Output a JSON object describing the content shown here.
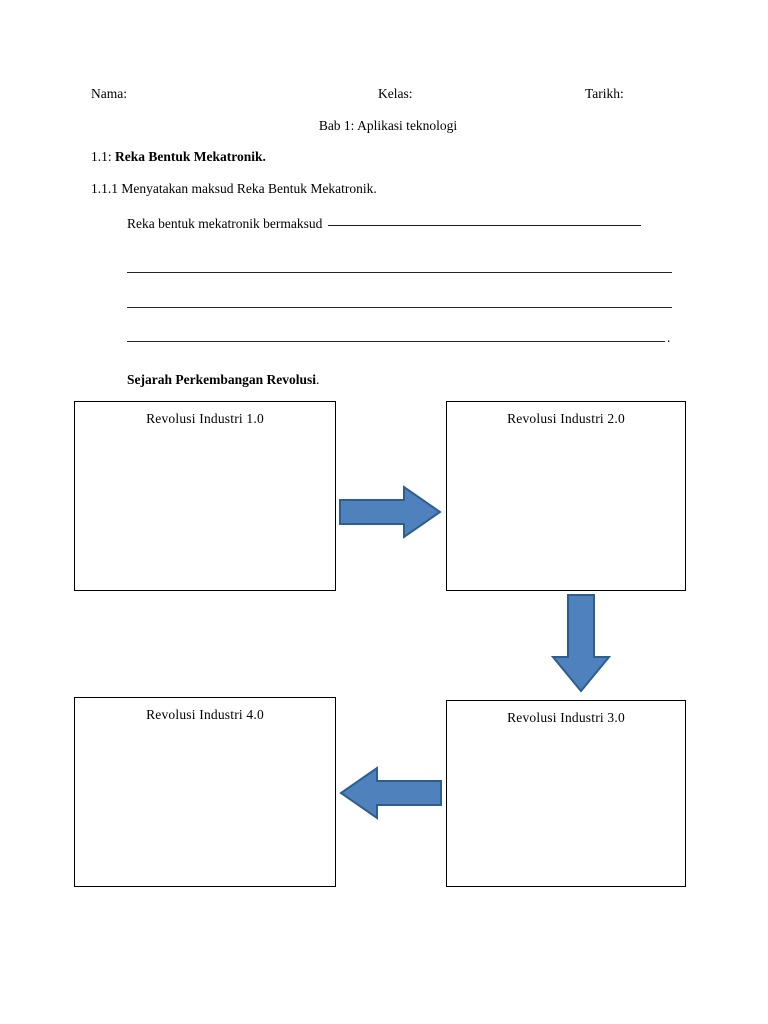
{
  "document": {
    "header": {
      "nama_label": "Nama:",
      "kelas_label": "Kelas:",
      "tarikh_label": "Tarikh:"
    },
    "chapter_line": "Bab 1: Aplikasi teknologi",
    "section_1_1": {
      "number": "1.1:",
      "title": "Reka Bentuk Mekatronik."
    },
    "section_1_1_1": "1.1.1 Menyatakan maksud Reka Bentuk Mekatronik.",
    "answer_prompt": "Reka bentuk mekatronik bermaksud",
    "answer_tail_punctuation": ".",
    "diagram_heading": "Sejarah Perkembangan Revolusi",
    "diagram_heading_punctuation": "."
  },
  "diagram": {
    "accent_color": "#4F81BD",
    "accent_outline_color": "#2E5E8E",
    "box_border_color": "#000000",
    "boxes": [
      {
        "id": "box-1",
        "label": "Revolusi Industri 1.0"
      },
      {
        "id": "box-2",
        "label": "Revolusi Industri 2.0"
      },
      {
        "id": "box-3",
        "label": "Revolusi Industri 3.0"
      },
      {
        "id": "box-4",
        "label": "Revolusi Industri 4.0"
      }
    ],
    "arrows": [
      {
        "id": "arrow-right",
        "direction": "right",
        "from": "box-1",
        "to": "box-2"
      },
      {
        "id": "arrow-down",
        "direction": "down",
        "from": "box-2",
        "to": "box-3"
      },
      {
        "id": "arrow-left",
        "direction": "left",
        "from": "box-3",
        "to": "box-4"
      }
    ]
  }
}
